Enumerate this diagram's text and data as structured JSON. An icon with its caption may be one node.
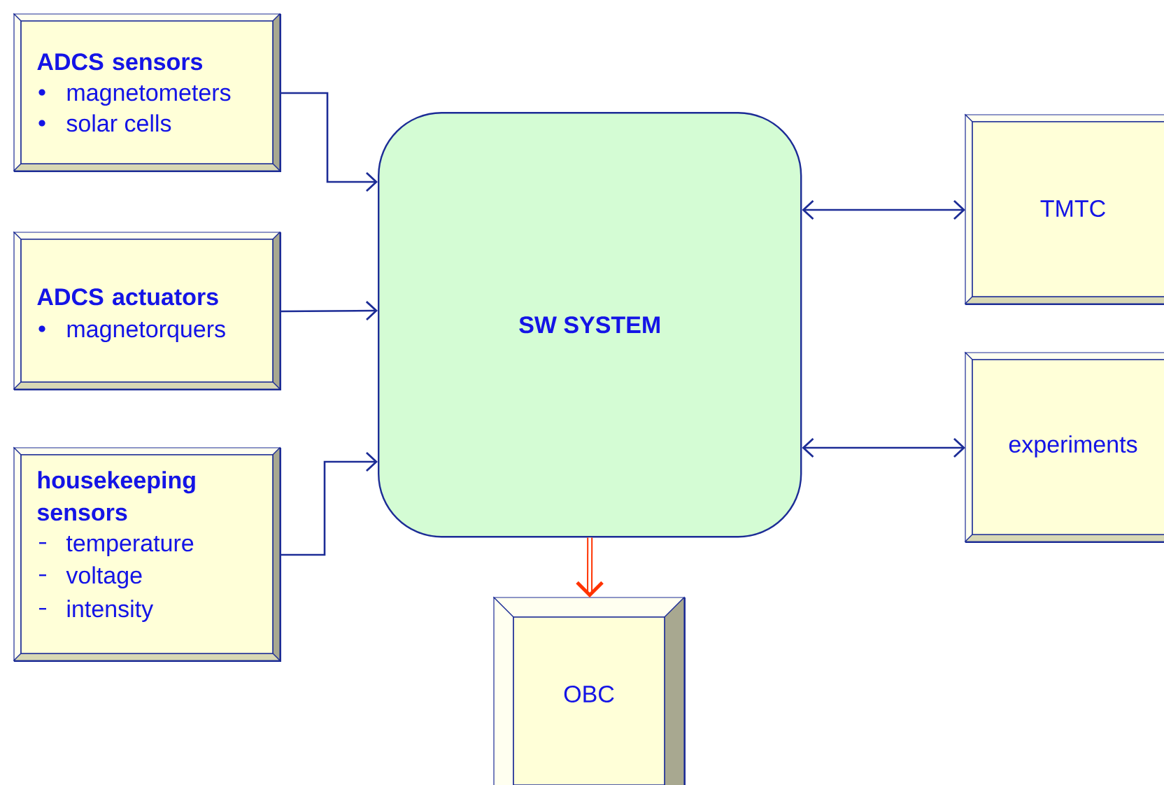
{
  "diagram": {
    "nodes": [
      {
        "text": [
          "ADCS sensors",
          "magnetometers",
          "solar cells"
        ]
      },
      {
        "text": [
          "ADCS actuators",
          "magnetorquers"
        ]
      },
      {
        "text": [
          "housekeeping sensors",
          "temperature",
          "voltage",
          "intensity"
        ]
      },
      {
        "text": [
          "SW SYSTEM"
        ]
      },
      {
        "text": [
          "TMTC"
        ]
      },
      {
        "text": [
          "experiments"
        ]
      },
      {
        "text": [
          "OBC"
        ]
      }
    ],
    "edges": [
      {
        "from": 0,
        "to": 3,
        "arrow": "to"
      },
      {
        "from": 1,
        "to": 3,
        "arrow": "to"
      },
      {
        "from": 2,
        "to": 3,
        "arrow": "to"
      },
      {
        "from": 3,
        "to": 4,
        "arrow": "both"
      },
      {
        "from": 3,
        "to": 5,
        "arrow": "both"
      },
      {
        "from": 3,
        "to": 6,
        "arrow": "to",
        "style": "thick",
        "color": "#ff3300"
      }
    ]
  }
}
